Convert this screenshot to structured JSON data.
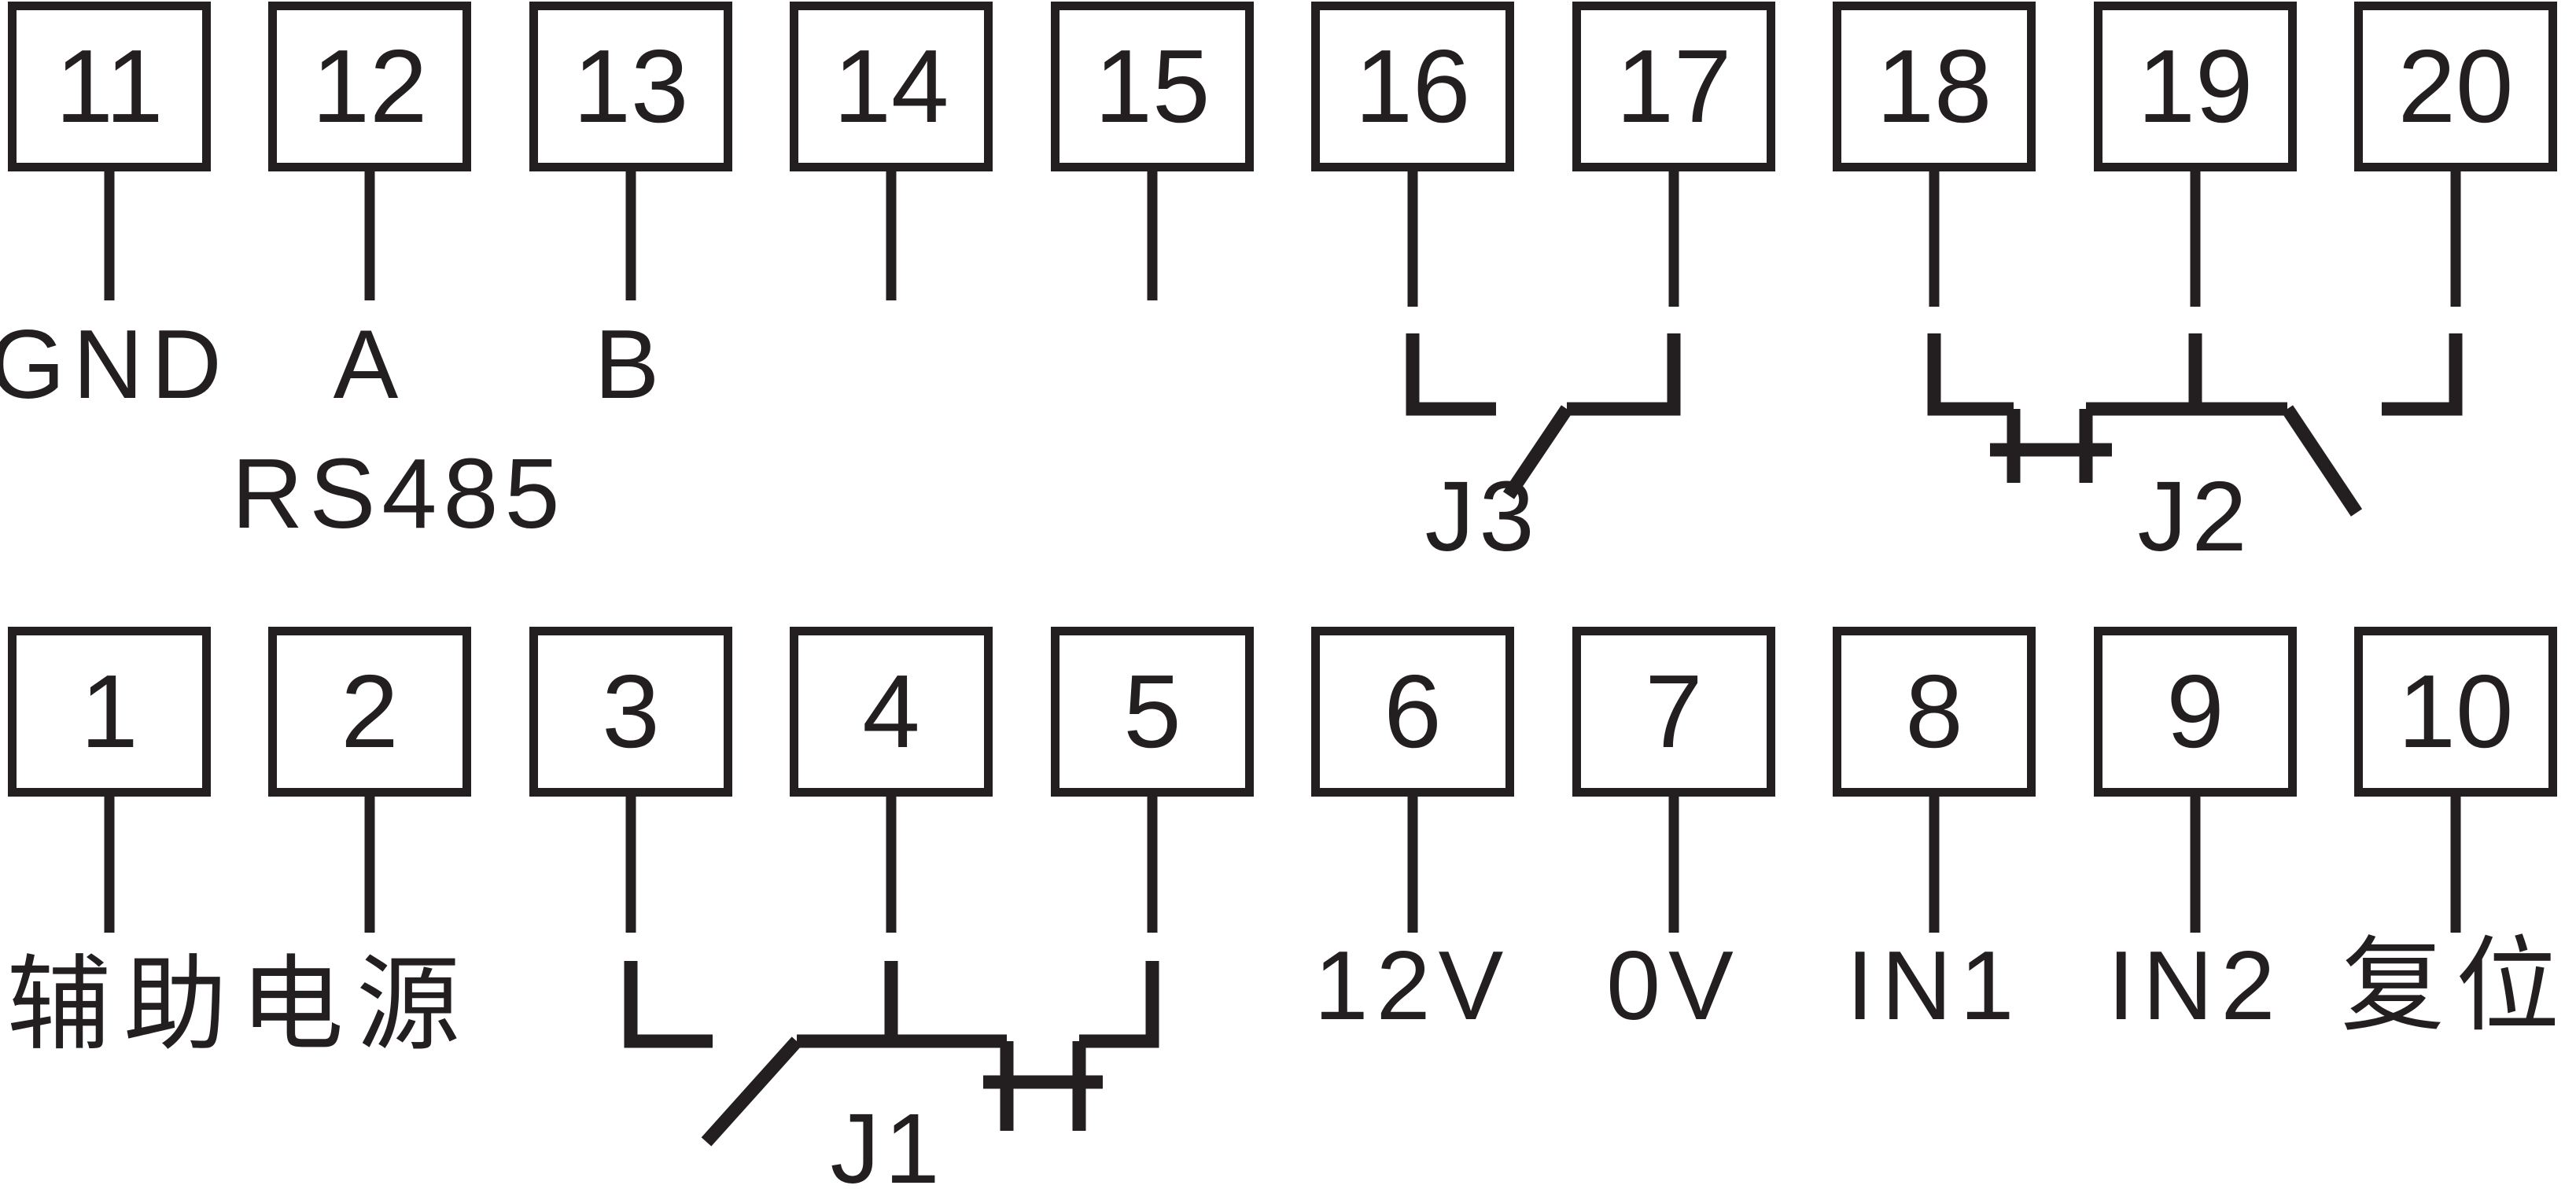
{
  "colors": {
    "background": "#ffffff",
    "ink": "#231f20"
  },
  "top_row": {
    "terminals": [
      {
        "number": "11"
      },
      {
        "number": "12"
      },
      {
        "number": "13"
      },
      {
        "number": "14"
      },
      {
        "number": "15"
      },
      {
        "number": "16"
      },
      {
        "number": "17"
      },
      {
        "number": "18"
      },
      {
        "number": "19"
      },
      {
        "number": "20"
      }
    ]
  },
  "bottom_row": {
    "terminals": [
      {
        "number": "1"
      },
      {
        "number": "2"
      },
      {
        "number": "3"
      },
      {
        "number": "4"
      },
      {
        "number": "5"
      },
      {
        "number": "6"
      },
      {
        "number": "7"
      },
      {
        "number": "8"
      },
      {
        "number": "9"
      },
      {
        "number": "10"
      }
    ]
  },
  "labels": {
    "gnd": "GND",
    "line_a": "A",
    "line_b": "B",
    "bus": "RS485",
    "aux_power": "辅助电源",
    "v12": "12V",
    "v0": "0V",
    "in1": "IN1",
    "in2": "IN2",
    "reset": "复位",
    "relay_j1": "J1",
    "relay_j2": "J2",
    "relay_j3": "J3"
  }
}
